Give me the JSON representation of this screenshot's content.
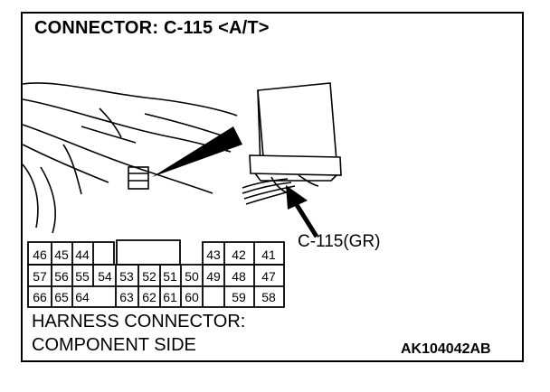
{
  "header": {
    "title": "CONNECTOR: C-115 <A/T>"
  },
  "callout": {
    "label": "C-115(GR)"
  },
  "connector": {
    "rows": [
      [
        "46",
        "45",
        "44",
        "",
        "",
        "",
        "",
        "",
        "43",
        "42",
        "41"
      ],
      [
        "57",
        "56",
        "55",
        "54",
        "53",
        "52",
        "51",
        "50",
        "49",
        "48",
        "47"
      ],
      [
        "66",
        "65",
        "64",
        "",
        "63",
        "62",
        "61",
        "60",
        "",
        "59",
        "58"
      ]
    ]
  },
  "caption": {
    "line1": "HARNESS CONNECTOR:",
    "line2": "COMPONENT SIDE"
  },
  "figure_id": "AK104042AB",
  "icons": [
    "dashboard-illustration",
    "ecu-module",
    "pointer-arrow"
  ]
}
